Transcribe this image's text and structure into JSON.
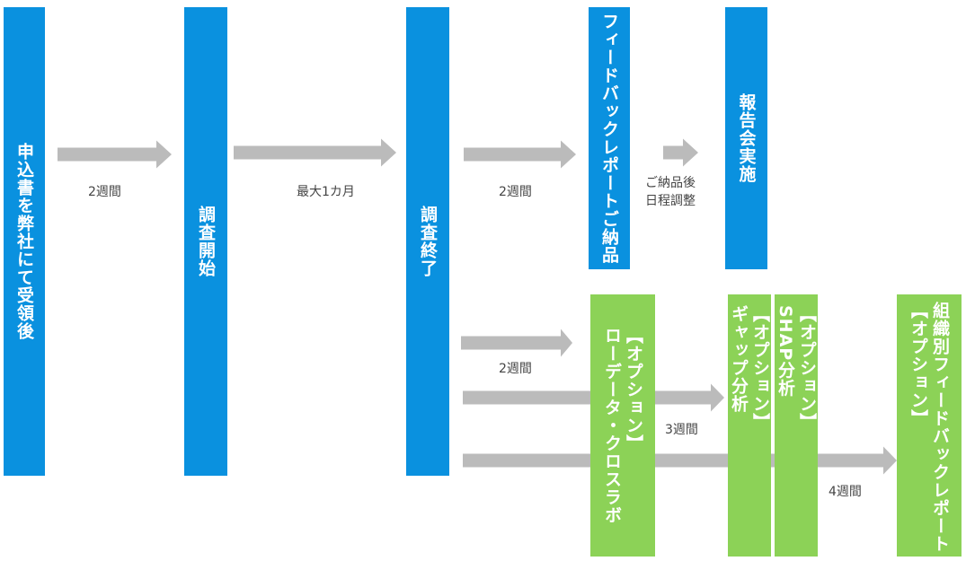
{
  "colors": {
    "primary": "#0a91df",
    "option": "#8cd257",
    "arrow": "#bbbbbb",
    "label": "#444444"
  },
  "steps": {
    "apply": "申込書を弊社にて受領後",
    "survey_start": "調査開始",
    "survey_end": "調査終了",
    "feedback_report": "フィードバックレポートご納品",
    "report_meeting": "報告会実施",
    "opt_crosstab": "【オプション】\nローデータ・クロスラボ",
    "opt_gap": "【オプション】\nギャップ分析",
    "opt_shap": "【オプション】\nSHAP分析",
    "opt_org_feedback": "組織別フィードバックレポート\n【オプション】"
  },
  "durations": {
    "d1": "2週間",
    "d2": "最大1カ月",
    "d3": "2週間",
    "d4_line1": "ご納品後",
    "d4_line2": "日程調整",
    "d5": "2週間",
    "d6": "3週間",
    "d7": "4週間"
  }
}
